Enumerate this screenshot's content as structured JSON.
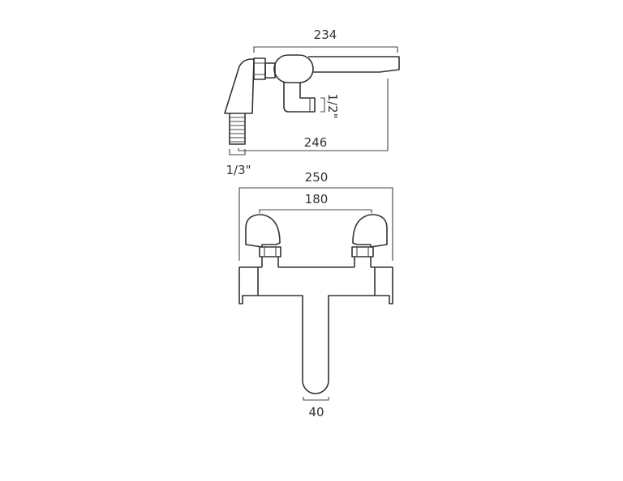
{
  "side_view": {
    "dim_spout_length": "234",
    "dim_total_length": "246",
    "dim_inlet": "1/2\"",
    "dim_thread": "1/3\""
  },
  "front_view": {
    "dim_overall_width": "250",
    "dim_centres": "180",
    "dim_spout_width": "40"
  },
  "colors": {
    "line": "#333333",
    "background": "#ffffff"
  }
}
